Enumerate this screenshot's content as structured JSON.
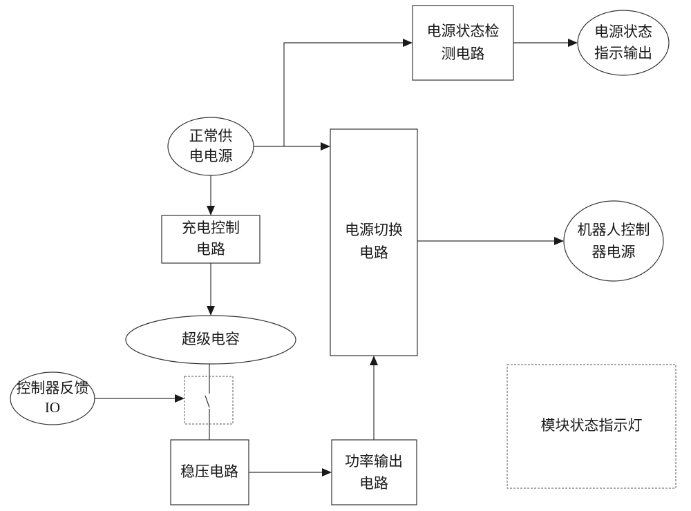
{
  "nodes": {
    "normal_power": {
      "lines": [
        "正常供",
        "电电源"
      ]
    },
    "status_detect": {
      "lines": [
        "电源状态检",
        "测电路"
      ]
    },
    "status_output": {
      "lines": [
        "电源状态",
        "指示输出"
      ]
    },
    "power_switch": {
      "lines": [
        "电源切换",
        "电路"
      ]
    },
    "robot_power": {
      "lines": [
        "机器人控制",
        "器电源"
      ]
    },
    "charge_control": {
      "lines": [
        "充电控制",
        "电路"
      ]
    },
    "supercap": {
      "lines": [
        "超级电容"
      ]
    },
    "controller_io": {
      "lines": [
        "控制器反馈",
        "IO"
      ]
    },
    "regulator": {
      "lines": [
        "稳压电路"
      ]
    },
    "power_output": {
      "lines": [
        "功率输出",
        "电路"
      ]
    },
    "module_indicator": {
      "lines": [
        "模块状态指示灯"
      ]
    }
  }
}
